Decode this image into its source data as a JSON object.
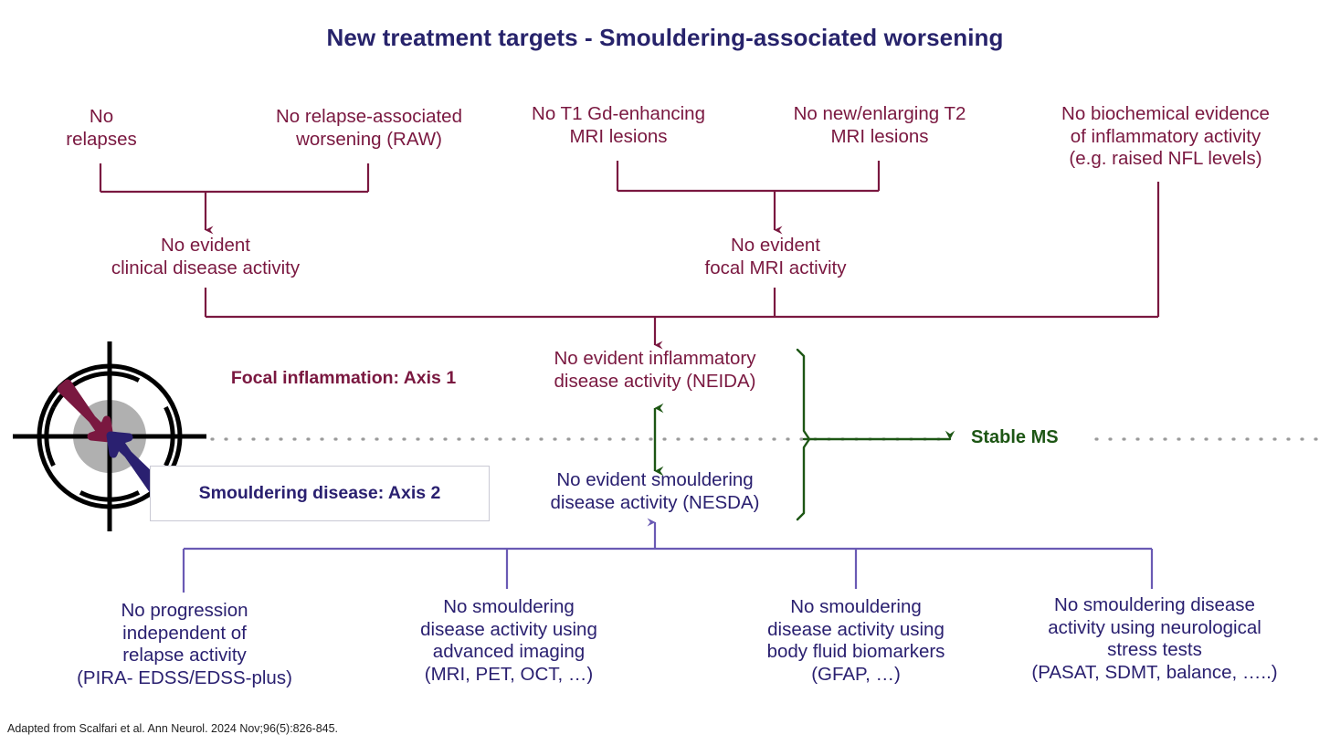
{
  "header": {
    "title": "New treatment targets - Smouldering-associated worsening"
  },
  "colors": {
    "title": "#27236b",
    "inflammatory_maroon": "#7a1840",
    "smouldering_navy": "#2a2070",
    "stable_green": "#1d5614",
    "bottom_connector_purple": "#6a5ab4",
    "dotted_axis_gray": "#9a9a9a",
    "target_center_gray": "#b0b0b0"
  },
  "tier1_inflammatory": [
    {
      "id": "no-relapses",
      "text": "No\nrelapses"
    },
    {
      "id": "no-raw",
      "text": "No relapse-associated\nworsening (RAW)"
    },
    {
      "id": "no-t1-gd",
      "text": "No T1 Gd-enhancing\nMRI lesions"
    },
    {
      "id": "no-new-t2",
      "text": "No new/enlarging T2\nMRI lesions"
    },
    {
      "id": "no-biochemical",
      "text": "No biochemical evidence\nof inflammatory activity\n(e.g. raised NFL levels)"
    }
  ],
  "tier2_inflammatory": [
    {
      "id": "no-evident-clinical",
      "text": "No evident\nclinical disease activity"
    },
    {
      "id": "no-evident-focal-mri",
      "text": "No evident\nfocal MRI activity"
    }
  ],
  "core": {
    "neida": "No evident inflammatory\ndisease activity (NEIDA)",
    "nesda": "No evident smouldering\ndisease activity  (NESDA)",
    "stable_ms": "Stable MS"
  },
  "axes": {
    "axis1_label": "Focal inflammation: Axis 1",
    "axis2_label": "Smouldering disease: Axis 2"
  },
  "tier3_smouldering": [
    {
      "id": "no-pira",
      "text": "No progression\nindependent of\nrelapse activity\n(PIRA- EDSS/EDSS-plus)"
    },
    {
      "id": "no-advanced-imaging",
      "text": "No smouldering\ndisease activity using\nadvanced imaging\n(MRI, PET, OCT, …)"
    },
    {
      "id": "no-body-fluid",
      "text": "No smouldering\ndisease activity using\nbody fluid biomarkers\n(GFAP, …)"
    },
    {
      "id": "no-stress-tests",
      "text": "No smouldering disease\nactivity using neurological\nstress tests\n(PASAT, SDMT, balance, …..)"
    }
  ],
  "footer": {
    "attribution": "Adapted from Scalfari et al. Ann Neurol. 2024 Nov;96(5):826-845."
  },
  "icons": {
    "target": "target-crosshair-icon",
    "arrow_inflammation": "maroon-arrow-icon",
    "arrow_smouldering": "navy-arrow-icon"
  }
}
